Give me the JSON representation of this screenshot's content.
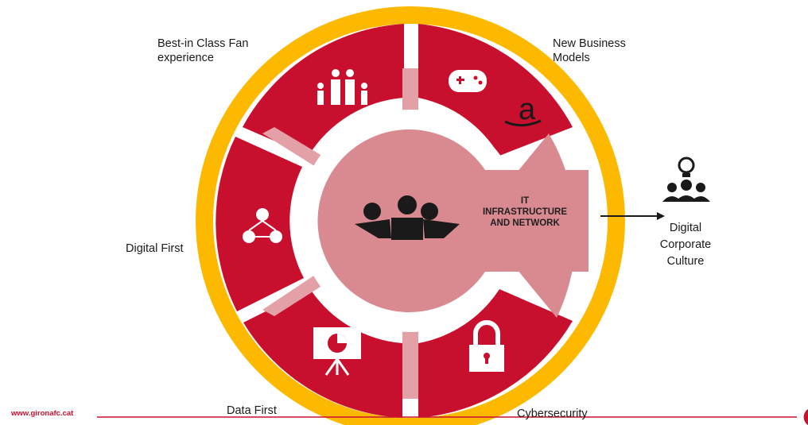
{
  "center": {
    "line1": "IT",
    "line2": "INFRASTRUCTURE",
    "line3": "AND NETWORK"
  },
  "segments": {
    "fan": [
      "Best-in Class Fan",
      "experience"
    ],
    "business": [
      "New Business",
      "Models"
    ],
    "digital_first": "Digital First",
    "data_first": "Data First",
    "cybersecurity": "Cybersecurity"
  },
  "output": {
    "lines": [
      "Digital",
      "Corporate",
      "Culture"
    ]
  },
  "footer": {
    "url": "www.gironafc.cat"
  },
  "icons": {
    "fan": "family-icon",
    "business_1": "gamepad-icon",
    "business_2": "amazon-logo",
    "digital_first": "people-network-icon",
    "data_first": "presentation-chart-icon",
    "cybersecurity": "padlock-icon",
    "center": "team-icon",
    "culture": "idea-team-icon"
  },
  "colors": {
    "segment": "#c8102e",
    "ring": "#fcb900",
    "highlight": "#d98a91",
    "spoke": "#e3a0a6",
    "footer_line": "#c8102e"
  }
}
